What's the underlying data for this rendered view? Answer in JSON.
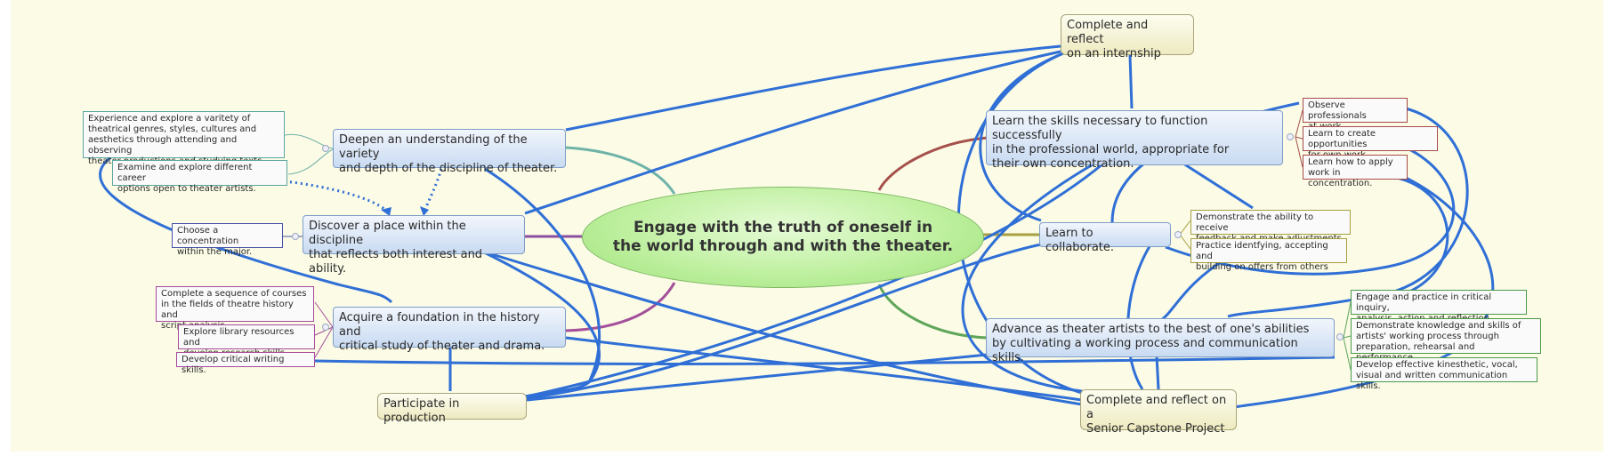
{
  "central": {
    "text": "Engage with the truth of oneself in\nthe world through and with the theater."
  },
  "main_topics": {
    "deepen": "Deepen an understanding of the variety\nand depth of the discipline of theater.",
    "discover": "Discover a place within the discipline\nthat reflects both interest and ability.",
    "acquire": "Acquire a foundation in the history and\ncritical study of theater and drama.",
    "learn_skills": "Learn the skills necessary to function successfully\nin the professional world, appropriate for\ntheir own concentration.",
    "collaborate": "Learn to collaborate.",
    "advance": "Advance as theater artists to the best of one's abilities\nby cultivating a working process and communication skills."
  },
  "endpoints": {
    "internship": "Complete and reflect\non an internship",
    "production": "Participate in production",
    "capstone": "Complete and reflect on a\nSenior Capstone Project"
  },
  "subtopics": {
    "experience": "Experience and explore a varitety of\ntheatrical genres, styles, cultures and\naesthetics through attending and observing\ntheater productions and studying texts.",
    "examine": "Examine and explore different career\noptions open to theater artists.",
    "choose": "Choose a concentration\nwithin the major.",
    "complete_seq": "Complete a sequence of courses\nin the fields of theatre history and\nscript analysis.",
    "library": "Explore library resources and\ndevelop research skills.",
    "writing": "Develop critical writing skills.",
    "observe": "Observe professionals\nat work",
    "create_opp": "Learn to create opportunities\nfor own work.",
    "apply": "Learn how to apply\nwork in concentration.",
    "demonstrate": "Demonstrate the ability to receive\nfeedback and make adjustments.",
    "practice": "Practice identfying, accepting and\n building on offers from others",
    "engage": "Engage and practice in critical inquiry,\nanalysis, action and reflection.",
    "demonstrate_knowledge": "Demonstrate knowledge and skills of\nartists' working process through\npreparation, rehearsal and performance.",
    "kinesthetic": "Develop effective kinesthetic, vocal,\nvisual and written communication skills."
  },
  "colors": {
    "background": "#fbfbe6",
    "relation_line": "#2f6fd6",
    "branch_teal": "#6fb3a8",
    "branch_purple": "#a44f9a",
    "branch_red": "#a6504c",
    "branch_olive": "#a6a040",
    "branch_green": "#5fa65a"
  }
}
